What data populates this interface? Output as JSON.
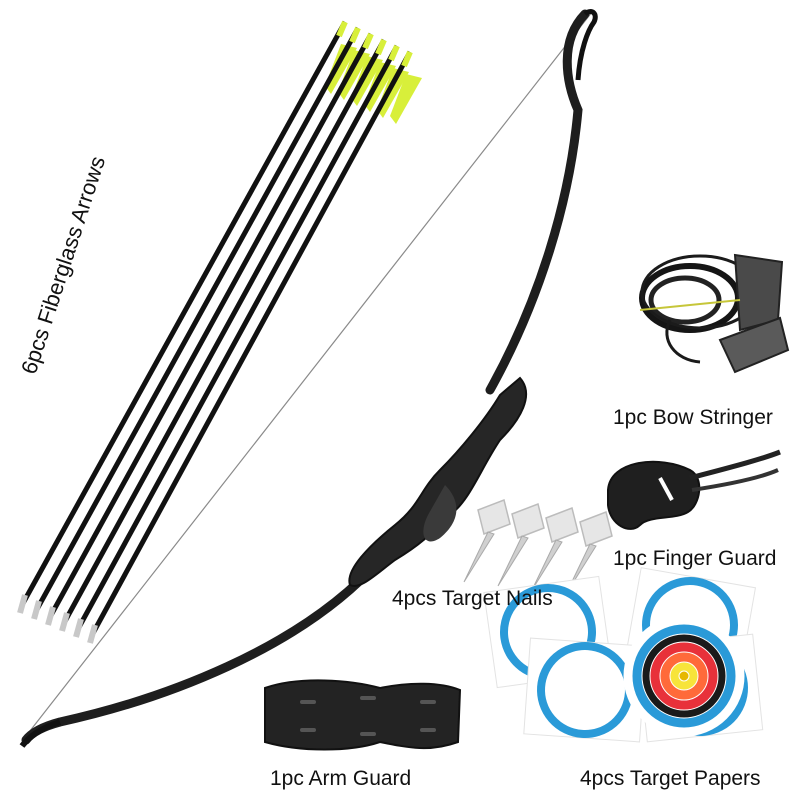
{
  "labels": {
    "arrows": "6pcs Fiberglass Arrows",
    "stringer": "1pc Bow Stringer",
    "finger_guard": "1pc Finger Guard",
    "target_nails": "4pcs Target Nails",
    "arm_guard": "1pc Arm Guard",
    "target_papers": "4pcs Target Papers"
  },
  "colors": {
    "background": "#ffffff",
    "fletching": "#d8ef3a",
    "shaft": "#111111",
    "bow": "#1e1e1e",
    "target_red": "#e8313a",
    "target_yellow": "#f7e43a",
    "target_blue": "#2a9ad8",
    "target_black": "#1a1a1a"
  },
  "counts": {
    "arrows": 6,
    "nails": 4,
    "papers": 4
  }
}
